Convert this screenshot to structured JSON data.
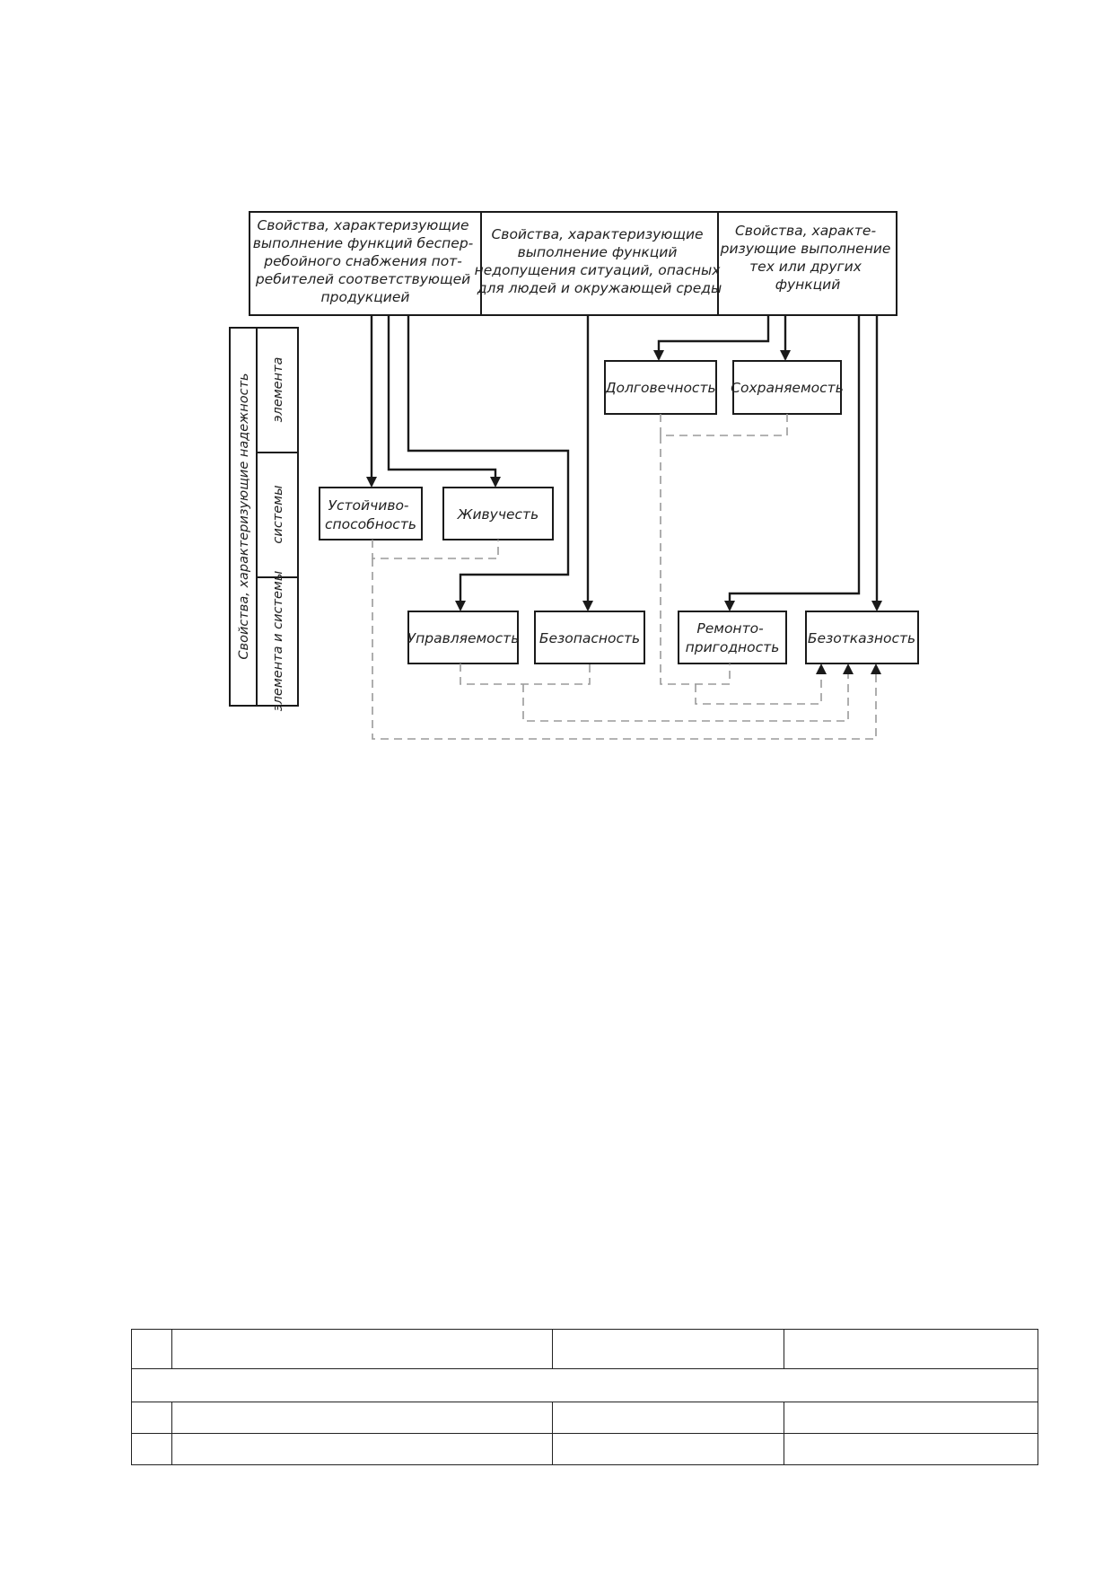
{
  "diagram": {
    "header": [
      [
        "Свойства, характеризующие",
        "выполнение функций беспер-",
        "ребойного снабжения пот-",
        "ребителей соответствующей",
        "продукцией"
      ],
      [
        "Свойства, характеризующие",
        "выполнение функций",
        "недопущения ситуаций, опасных",
        "для людей и окружающей среды"
      ],
      [
        "Свойства, характе-",
        "ризующие выполнение",
        "тех или других",
        "функций"
      ]
    ],
    "side_label": "Свойства, характеризующие надежность",
    "levels": [
      "элемента",
      "системы",
      "элемента и системы"
    ],
    "boxes": {
      "ustoich": [
        "Устойчиво-",
        "способность"
      ],
      "zhivuch": [
        "Живучесть"
      ],
      "dolgov": [
        "Долговечность"
      ],
      "sohran": [
        "Сохраняемость"
      ],
      "upravl": [
        "Управляемость"
      ],
      "bezopas": [
        "Безопасность"
      ],
      "remont": [
        "Ремонто-",
        "пригодность"
      ],
      "bezotk": [
        "Безотказность"
      ]
    }
  },
  "table": {
    "rows": [
      [
        "",
        "",
        "",
        ""
      ],
      [
        ""
      ],
      [
        "",
        "",
        "",
        ""
      ],
      [
        "",
        "",
        "",
        ""
      ]
    ]
  },
  "colors": {
    "line": "#1a1a1a",
    "dash": "#9a9a9a"
  }
}
